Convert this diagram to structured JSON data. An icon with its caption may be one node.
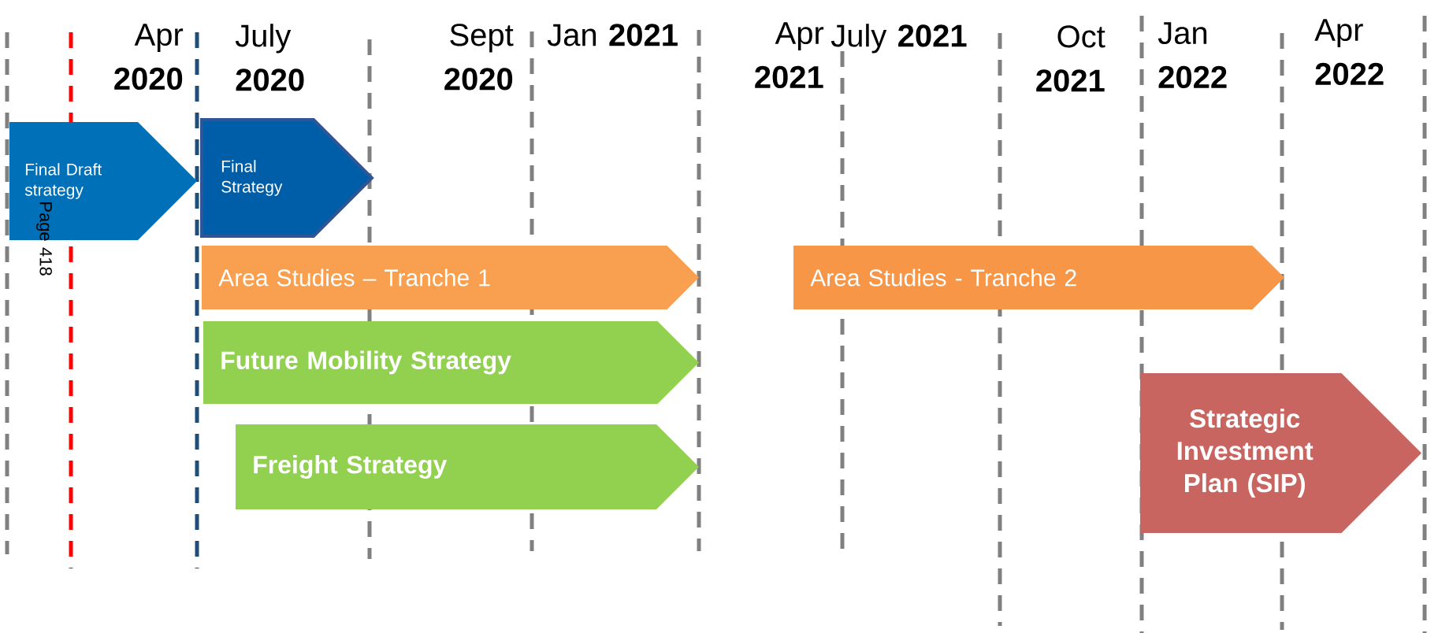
{
  "diagram": {
    "nodes": [
      {
        "text": [
          "Final Draft strategy"
        ]
      },
      {
        "text": [
          "Final Strategy"
        ]
      },
      {
        "text": [
          "Area Studies – Tranche 1"
        ]
      },
      {
        "text": [
          "Area Studies  - Tranche 2"
        ]
      },
      {
        "text": [
          "Future Mobility Strategy"
        ]
      },
      {
        "text": [
          "Freight Strategy"
        ]
      },
      {
        "text": [
          "Strategic Investment Plan (SIP)"
        ]
      }
    ],
    "labels": [
      "Apr **2020**",
      "July **2020**",
      "Sept **2020**",
      "Jan **2021**",
      "Apr **2021**",
      "July **2021**",
      "Oct **2021**",
      "Jan **2022**",
      "Apr **2022**",
      "Page 418"
    ]
  }
}
